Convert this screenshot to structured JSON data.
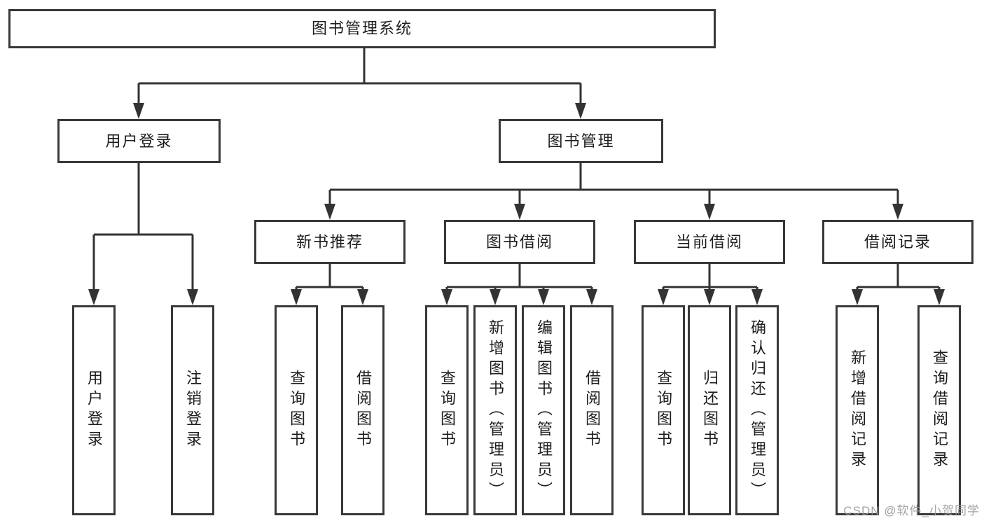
{
  "colors": {
    "line_color": "#333333",
    "border_color": "#383838",
    "text_color": "#1d1d1d",
    "watermark_color": "#9b9b9b",
    "background_color": "#ffffff"
  },
  "watermark": {
    "label": "CSDN @软件_小贺同学"
  },
  "tree": {
    "root": {
      "label": "图书管理系统"
    },
    "branches": [
      {
        "label": "用户登录",
        "children": [
          {
            "label": "用户登录"
          },
          {
            "label": "注销登录"
          }
        ]
      },
      {
        "label": "图书管理",
        "groups": [
          {
            "label": "新书推荐",
            "children": [
              {
                "label": "查询图书"
              },
              {
                "label": "借阅图书"
              }
            ]
          },
          {
            "label": "图书借阅",
            "children": [
              {
                "label": "查询图书"
              },
              {
                "label": "新增图书（管理员）"
              },
              {
                "label": "编辑图书（管理员）"
              },
              {
                "label": "借阅图书"
              }
            ]
          },
          {
            "label": "当前借阅",
            "children": [
              {
                "label": "查询图书"
              },
              {
                "label": "归还图书"
              },
              {
                "label": "确认归还（管理员）"
              }
            ]
          },
          {
            "label": "借阅记录",
            "children": [
              {
                "label": "新增借阅记录"
              },
              {
                "label": "查询借阅记录"
              }
            ]
          }
        ]
      }
    ]
  }
}
